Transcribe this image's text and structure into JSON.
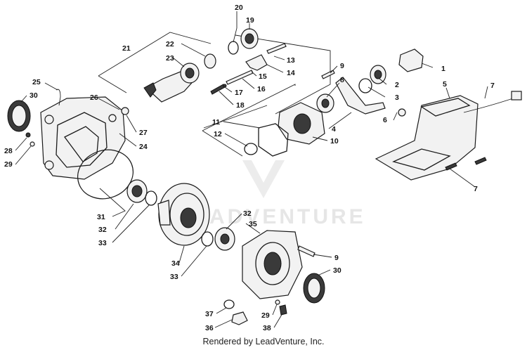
{
  "watermark": "ADVENTURE",
  "footer": "Rendered by LeadVenture, Inc.",
  "callouts": [
    {
      "id": "c20",
      "label": "20"
    },
    {
      "id": "c19",
      "label": "19"
    },
    {
      "id": "c21",
      "label": "21"
    },
    {
      "id": "c22",
      "label": "22"
    },
    {
      "id": "c23",
      "label": "23"
    },
    {
      "id": "c13",
      "label": "13"
    },
    {
      "id": "c14",
      "label": "14"
    },
    {
      "id": "c15",
      "label": "15"
    },
    {
      "id": "c16",
      "label": "16"
    },
    {
      "id": "c17",
      "label": "17"
    },
    {
      "id": "c18",
      "label": "18"
    },
    {
      "id": "c1",
      "label": "1"
    },
    {
      "id": "c2",
      "label": "2"
    },
    {
      "id": "c3",
      "label": "3"
    },
    {
      "id": "c9a",
      "label": "9"
    },
    {
      "id": "c8",
      "label": "8"
    },
    {
      "id": "c25",
      "label": "25"
    },
    {
      "id": "c30a",
      "label": "30"
    },
    {
      "id": "c26",
      "label": "26"
    },
    {
      "id": "c27",
      "label": "27"
    },
    {
      "id": "c24",
      "label": "24"
    },
    {
      "id": "c28",
      "label": "28"
    },
    {
      "id": "c29a",
      "label": "29"
    },
    {
      "id": "c5",
      "label": "5"
    },
    {
      "id": "c7a",
      "label": "7"
    },
    {
      "id": "c6",
      "label": "6"
    },
    {
      "id": "c4",
      "label": "4"
    },
    {
      "id": "c11",
      "label": "11"
    },
    {
      "id": "c12",
      "label": "12"
    },
    {
      "id": "c10",
      "label": "10"
    },
    {
      "id": "c7b",
      "label": "7"
    },
    {
      "id": "c31",
      "label": "31"
    },
    {
      "id": "c32a",
      "label": "32"
    },
    {
      "id": "c33a",
      "label": "33"
    },
    {
      "id": "c32b",
      "label": "32"
    },
    {
      "id": "c35",
      "label": "35"
    },
    {
      "id": "c34",
      "label": "34"
    },
    {
      "id": "c33b",
      "label": "33"
    },
    {
      "id": "c9b",
      "label": "9"
    },
    {
      "id": "c30b",
      "label": "30"
    },
    {
      "id": "c37",
      "label": "37"
    },
    {
      "id": "c29b",
      "label": "29"
    },
    {
      "id": "c36",
      "label": "36"
    },
    {
      "id": "c38",
      "label": "38"
    }
  ]
}
